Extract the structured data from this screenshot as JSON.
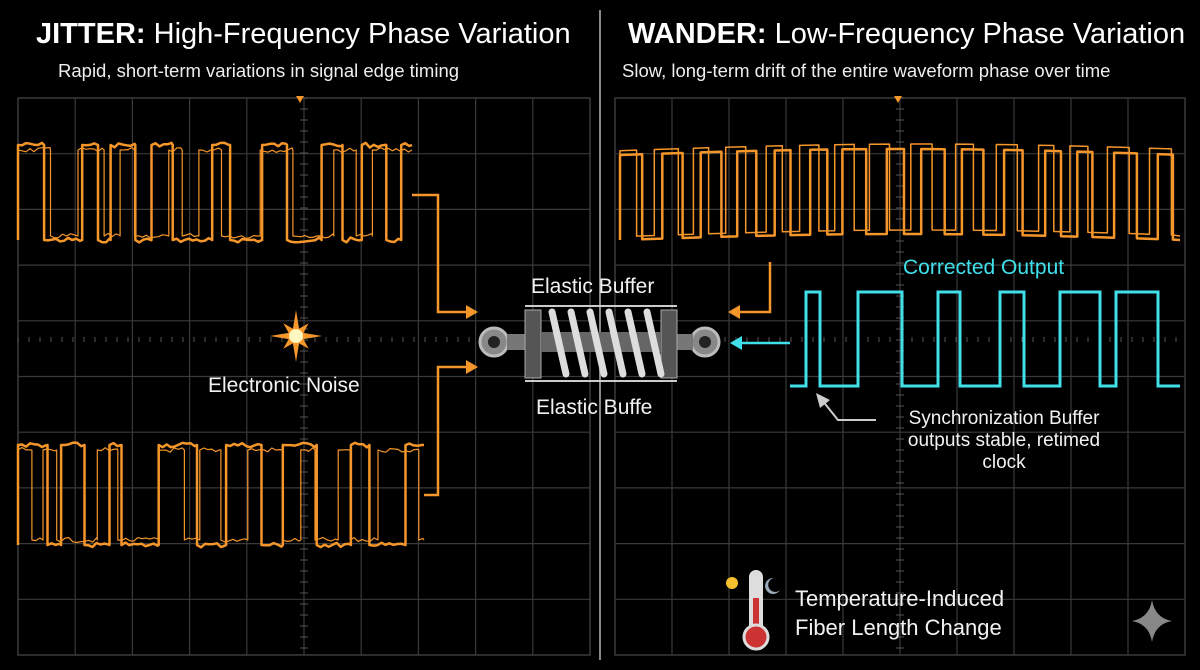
{
  "left": {
    "title_bold": "JITTER:",
    "title_rest": " High-Frequency Phase Variation",
    "subtitle": "Rapid, short-term variations in signal edge timing",
    "noise_label": "Electronic Noise"
  },
  "right": {
    "title_bold": "WANDER:",
    "title_rest": " Low-Frequency Phase Variation",
    "subtitle": "Slow, long-term drift of the entire waveform phase over time",
    "corrected_label": "Corrected Output",
    "sync_label_1": "Synchronization Buffer",
    "sync_label_2": "outputs stable, retimed",
    "sync_label_3": "clock",
    "temp_label_1": "Temperature-Induced",
    "temp_label_2": "Fiber Length Change"
  },
  "center": {
    "buffer_label_top": "Elastic Buffer",
    "buffer_label_bottom": "Elastic Buffe"
  },
  "colors": {
    "orange": "#f5962a",
    "cyan": "#3fe0ea",
    "grid": "#3a3a3a",
    "background": "#000000"
  }
}
